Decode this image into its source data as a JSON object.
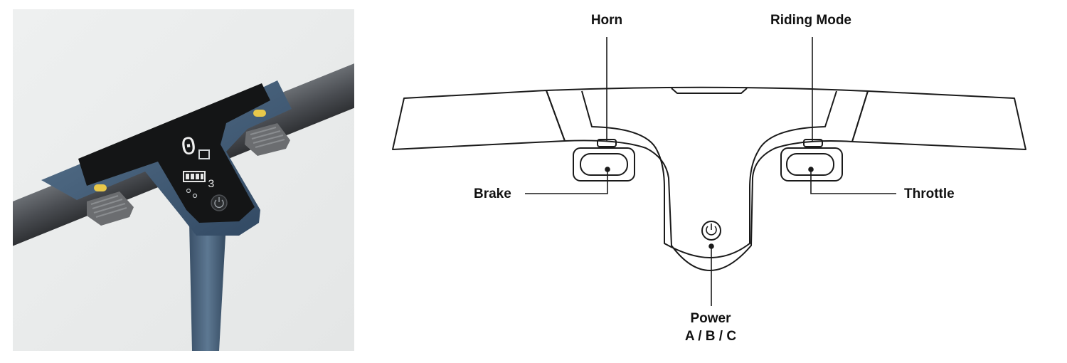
{
  "labels": {
    "horn": "Horn",
    "riding_mode": "Riding Mode",
    "brake": "Brake",
    "throttle": "Throttle",
    "power": "Power",
    "power_modes": "A / B / C"
  },
  "photo": {
    "display_digit": "0",
    "mode_digit": "3"
  },
  "colors": {
    "handlebar_grip": "#4a4d52",
    "body_blue": "#3e5770",
    "display_black": "#141516",
    "pad_gray": "#6b6d70",
    "indicator_yellow": "#e8c84a",
    "line_art": "#1a1a1a"
  },
  "icons": [
    "power-icon",
    "battery-icon"
  ]
}
